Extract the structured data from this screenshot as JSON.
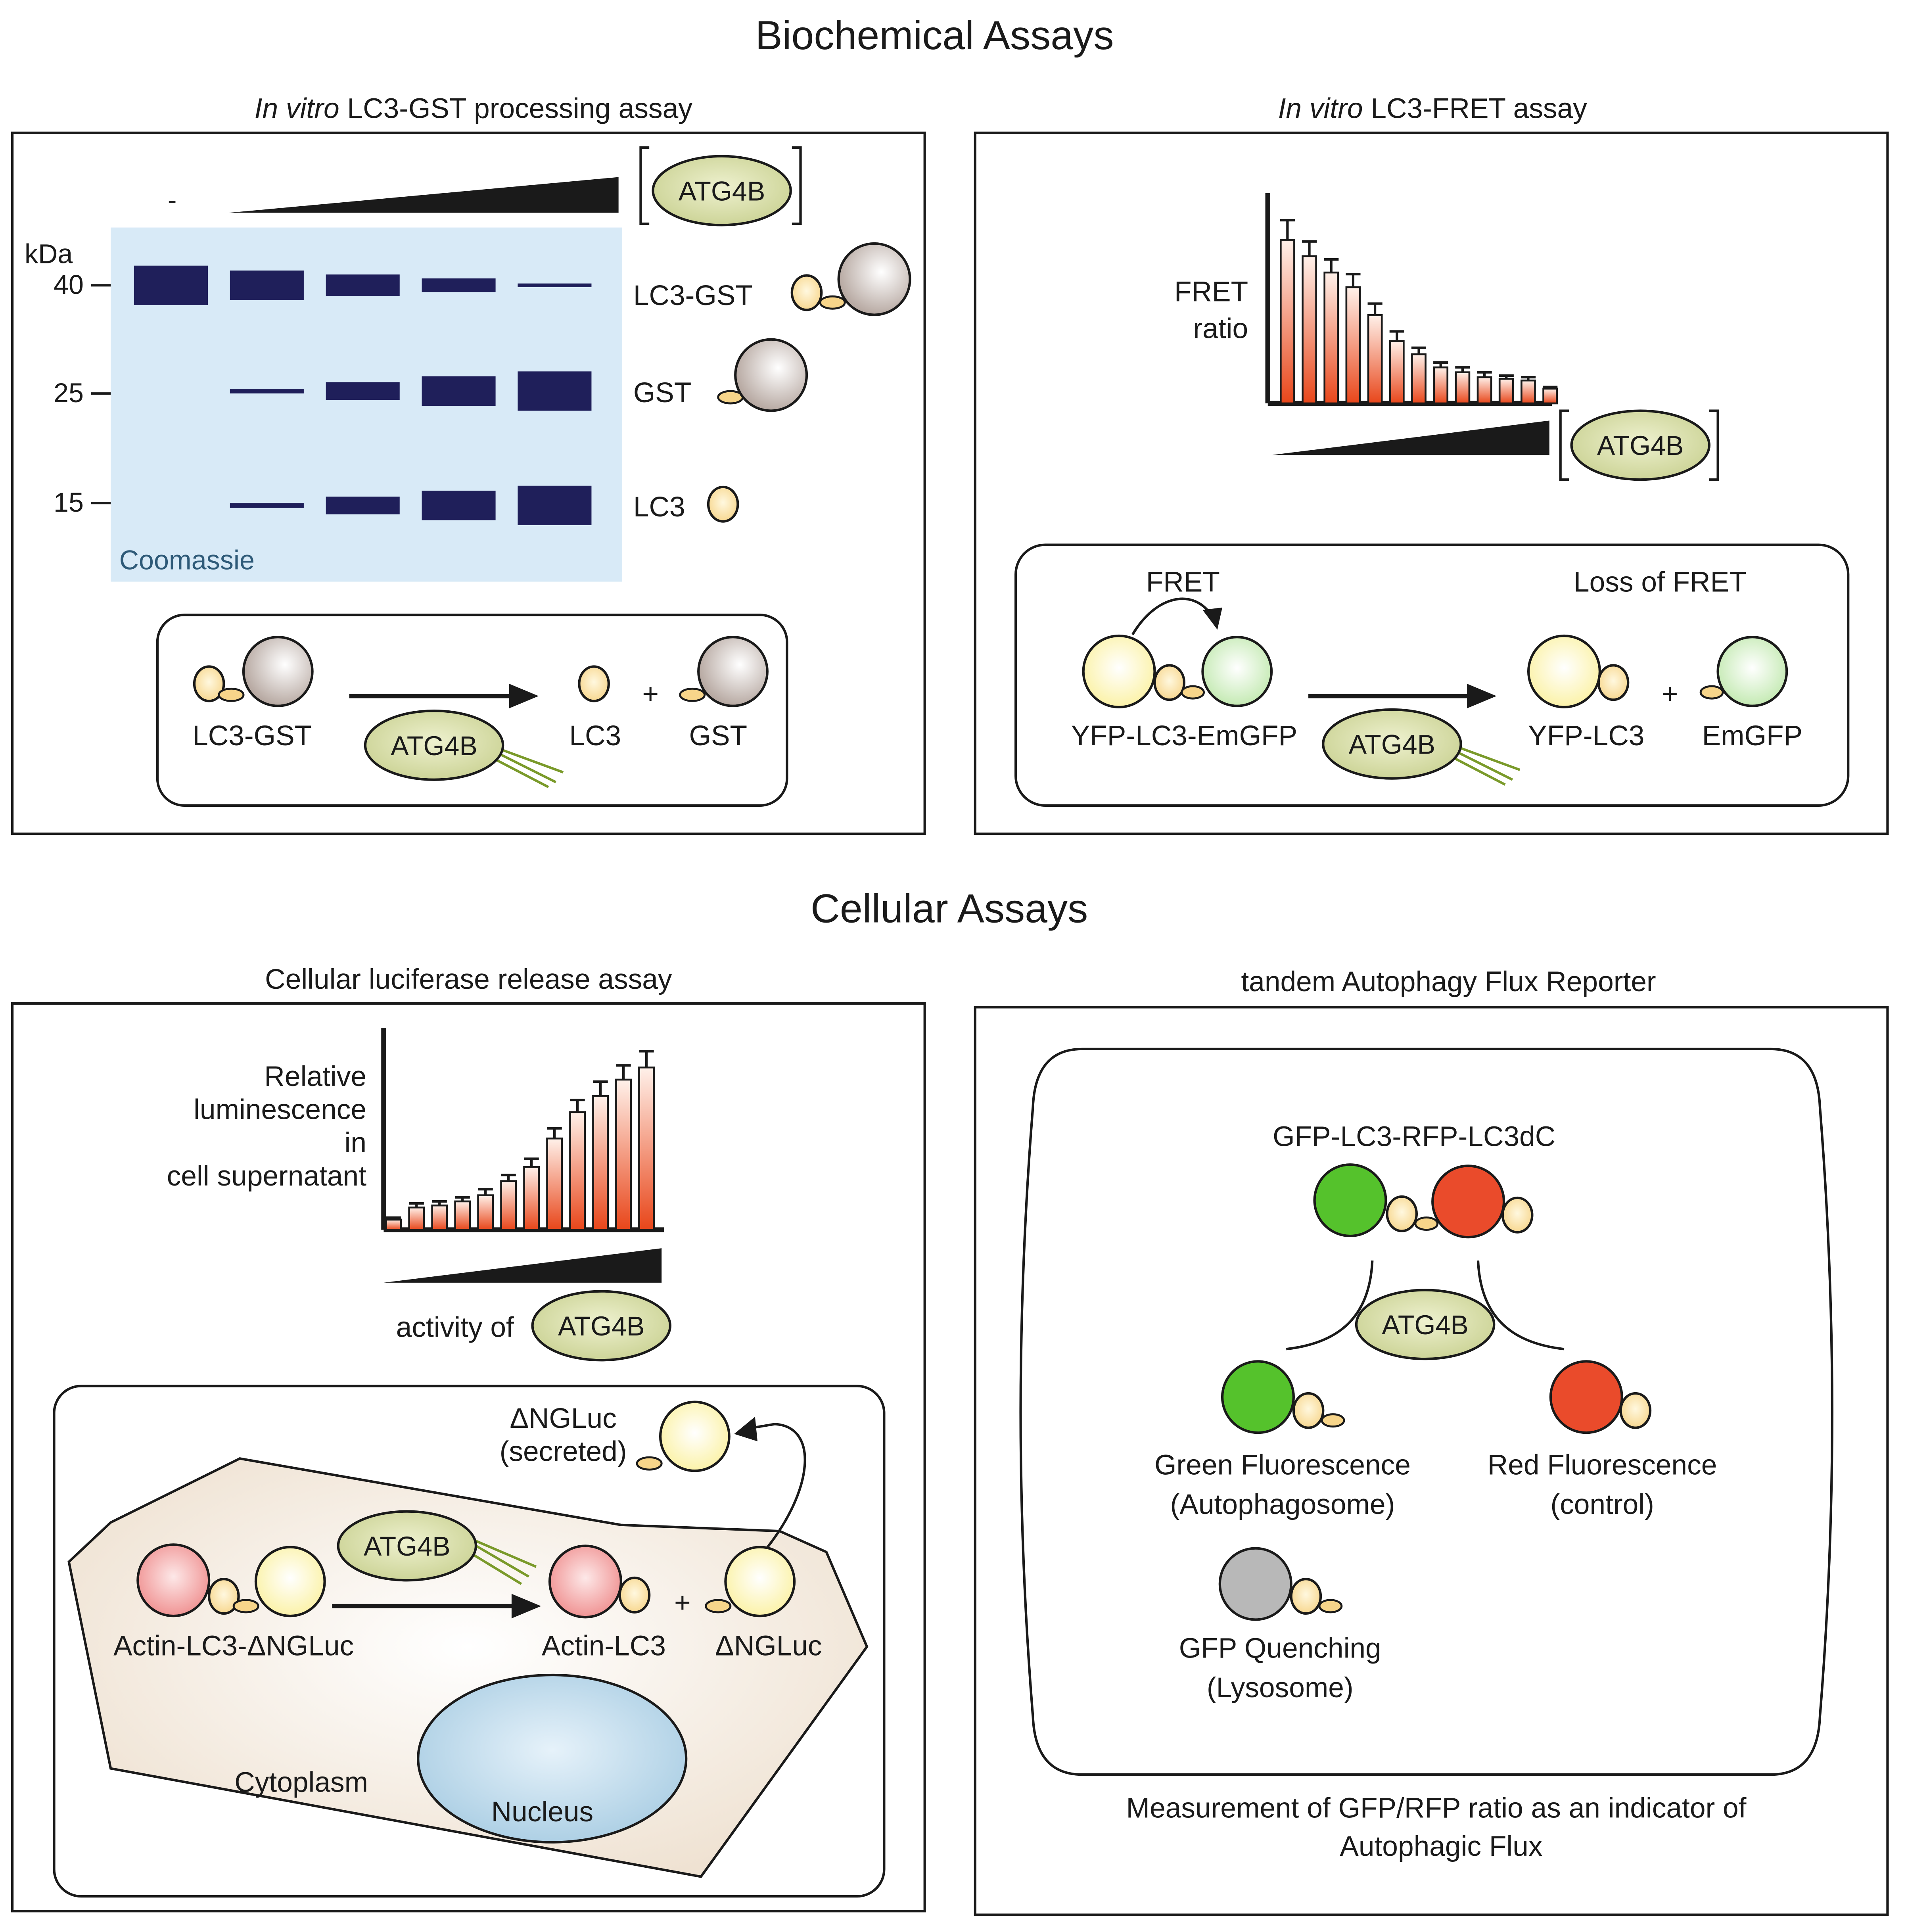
{
  "sections": {
    "biochemical": "Biochemical Assays",
    "cellular": "Cellular Assays"
  },
  "panel_a": {
    "title_italic": "In vitro",
    "title_rest": " LC3-GST processing assay",
    "minus": "-",
    "enzyme": "ATG4B",
    "kda": "kDa",
    "markers": [
      "40",
      "25",
      "15"
    ],
    "band_labels": [
      "LC3-GST",
      "GST",
      "LC3"
    ],
    "stain": "Coomassie",
    "lane_band_strength": {
      "lc3_gst": [
        1.0,
        0.75,
        0.55,
        0.35,
        0.08
      ],
      "gst": [
        0,
        0.12,
        0.45,
        0.75,
        1.0
      ],
      "lc3": [
        0,
        0.12,
        0.45,
        0.75,
        1.0
      ]
    },
    "reaction": {
      "substrate": "LC3-GST",
      "enzyme": "ATG4B",
      "product1": "LC3",
      "plus": "+",
      "product2": "GST"
    }
  },
  "panel_b": {
    "title_italic": "In vitro",
    "title_rest": " LC3-FRET assay",
    "ylabel_line1": "FRET",
    "ylabel_line2": "ratio",
    "enzyme": "ATG4B",
    "chart_data": {
      "type": "bar",
      "ylabel": "FRET ratio",
      "xlabel": "ATG4B",
      "values": [
        1.0,
        0.9,
        0.8,
        0.71,
        0.54,
        0.38,
        0.3,
        0.22,
        0.19,
        0.16,
        0.15,
        0.14,
        0.09
      ],
      "errors": [
        0.12,
        0.09,
        0.08,
        0.08,
        0.07,
        0.06,
        0.04,
        0.03,
        0.03,
        0.03,
        0.02,
        0.02,
        0.01
      ]
    },
    "reaction": {
      "fret": "FRET",
      "loss": "Loss of FRET",
      "substrate": "YFP-LC3-EmGFP",
      "enzyme": "ATG4B",
      "product1": "YFP-LC3",
      "plus": "+",
      "product2": "EmGFP"
    }
  },
  "panel_c": {
    "title": "Cellular luciferase release assay",
    "ylabel_lines": [
      "Relative",
      "luminescence",
      "in",
      "cell supernatant"
    ],
    "activity_label": "activity of",
    "enzyme": "ATG4B",
    "chart_data": {
      "type": "bar",
      "ylabel": "Relative luminescence in cell supernatant",
      "xlabel": "activity of ATG4B",
      "values": [
        0.05,
        0.11,
        0.12,
        0.14,
        0.17,
        0.24,
        0.31,
        0.45,
        0.58,
        0.66,
        0.74,
        0.8
      ],
      "errors": [
        0.01,
        0.02,
        0.02,
        0.02,
        0.03,
        0.03,
        0.04,
        0.05,
        0.06,
        0.07,
        0.07,
        0.08
      ]
    },
    "secreted_line1": "ΔNGLuc",
    "secreted_line2": "(secreted)",
    "substrate": "Actin-LC3-ΔNGLuc",
    "enzyme2": "ATG4B",
    "product1": "Actin-LC3",
    "plus": "+",
    "product2": "ΔNGLuc",
    "cytoplasm": "Cytoplasm",
    "nucleus": "Nucleus"
  },
  "panel_d": {
    "title": "tandem Autophagy Flux Reporter",
    "construct": "GFP-LC3-RFP-LC3dC",
    "enzyme": "ATG4B",
    "green_line1": "Green Fluorescence",
    "green_line2": "(Autophagosome)",
    "red_line1": "Red Fluorescence",
    "red_line2": "(control)",
    "quench_line1": "GFP Quenching",
    "quench_line2": "(Lysosome)",
    "footer_line1": "Measurement of GFP/RFP ratio as an indicator of",
    "footer_line2": "Autophagic Flux"
  },
  "colors": {
    "band": "#1f1f5a",
    "gel_bg": "#d8eaf7",
    "gst": "#b8aaa3",
    "lc3": "#f7d58a",
    "atg4b": "#d3d9a2",
    "yfp": "#fbf3a0",
    "emgfp": "#cfeec0",
    "bar_top": "#fde4da",
    "bar_bottom": "#e8461a",
    "actin": "#ef8c8c",
    "cell": "#f2e7da",
    "nucleus": "#b8d6ea",
    "gfp": "#55c22c",
    "rfp": "#ea4b2b",
    "quenched": "#b8b8b8"
  }
}
